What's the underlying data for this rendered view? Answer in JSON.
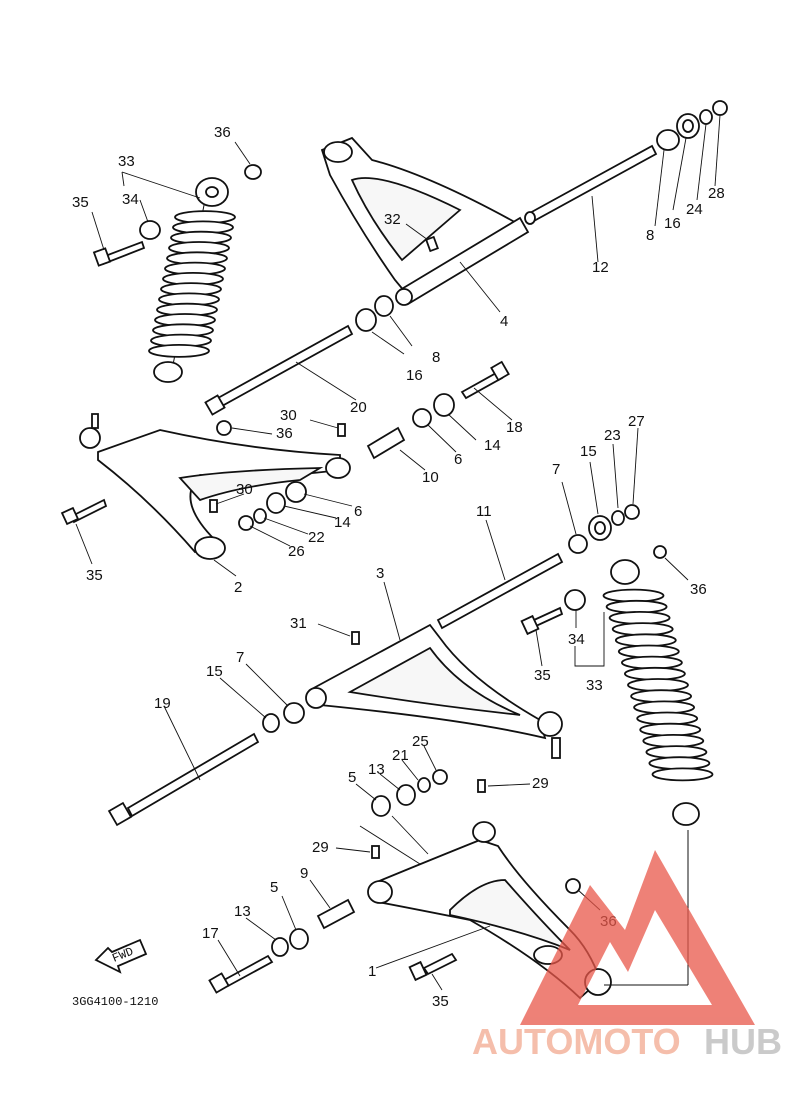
{
  "diagram": {
    "code_label": "3GG4100-1210",
    "fwd_label": "FWD",
    "callouts": [
      {
        "id": "c36a",
        "text": "36"
      },
      {
        "id": "c33a",
        "text": "33"
      },
      {
        "id": "c34a",
        "text": "34"
      },
      {
        "id": "c35a",
        "text": "35"
      },
      {
        "id": "c32",
        "text": "32"
      },
      {
        "id": "c4",
        "text": "4"
      },
      {
        "id": "c12",
        "text": "12"
      },
      {
        "id": "c8a",
        "text": "8"
      },
      {
        "id": "c16a",
        "text": "16"
      },
      {
        "id": "c24",
        "text": "24"
      },
      {
        "id": "c28",
        "text": "28"
      },
      {
        "id": "c16b",
        "text": "16"
      },
      {
        "id": "c8b",
        "text": "8"
      },
      {
        "id": "c20",
        "text": "20"
      },
      {
        "id": "c18",
        "text": "18"
      },
      {
        "id": "c30a",
        "text": "30"
      },
      {
        "id": "c36b",
        "text": "36"
      },
      {
        "id": "c14a",
        "text": "14"
      },
      {
        "id": "c6a",
        "text": "6"
      },
      {
        "id": "c10",
        "text": "10"
      },
      {
        "id": "c30b",
        "text": "30"
      },
      {
        "id": "c6b",
        "text": "6"
      },
      {
        "id": "c14b",
        "text": "14"
      },
      {
        "id": "c22",
        "text": "22"
      },
      {
        "id": "c26",
        "text": "26"
      },
      {
        "id": "c35b",
        "text": "35"
      },
      {
        "id": "c2",
        "text": "2"
      },
      {
        "id": "c7a",
        "text": "7"
      },
      {
        "id": "c15a",
        "text": "15"
      },
      {
        "id": "c23",
        "text": "23"
      },
      {
        "id": "c27",
        "text": "27"
      },
      {
        "id": "c11",
        "text": "11"
      },
      {
        "id": "c3",
        "text": "3"
      },
      {
        "id": "c36c",
        "text": "36"
      },
      {
        "id": "c31",
        "text": "31"
      },
      {
        "id": "c34b",
        "text": "34"
      },
      {
        "id": "c35c",
        "text": "35"
      },
      {
        "id": "c33b",
        "text": "33"
      },
      {
        "id": "c15b",
        "text": "15"
      },
      {
        "id": "c7b",
        "text": "7"
      },
      {
        "id": "c19",
        "text": "19"
      },
      {
        "id": "c21",
        "text": "21"
      },
      {
        "id": "c25",
        "text": "25"
      },
      {
        "id": "c13a",
        "text": "13"
      },
      {
        "id": "c5a",
        "text": "5"
      },
      {
        "id": "c29a",
        "text": "29"
      },
      {
        "id": "c29b",
        "text": "29"
      },
      {
        "id": "c9",
        "text": "9"
      },
      {
        "id": "c5b",
        "text": "5"
      },
      {
        "id": "c13b",
        "text": "13"
      },
      {
        "id": "c17",
        "text": "17"
      },
      {
        "id": "c36d",
        "text": "36"
      },
      {
        "id": "c1",
        "text": "1"
      },
      {
        "id": "c35d",
        "text": "35"
      }
    ]
  },
  "watermark": {
    "brand_part1": "AUTOMOTO",
    "brand_part2": "HUB",
    "color_primary": "#f2a98f",
    "color_secondary": "#b9b9b9",
    "triangle_color": "#e8574a"
  }
}
